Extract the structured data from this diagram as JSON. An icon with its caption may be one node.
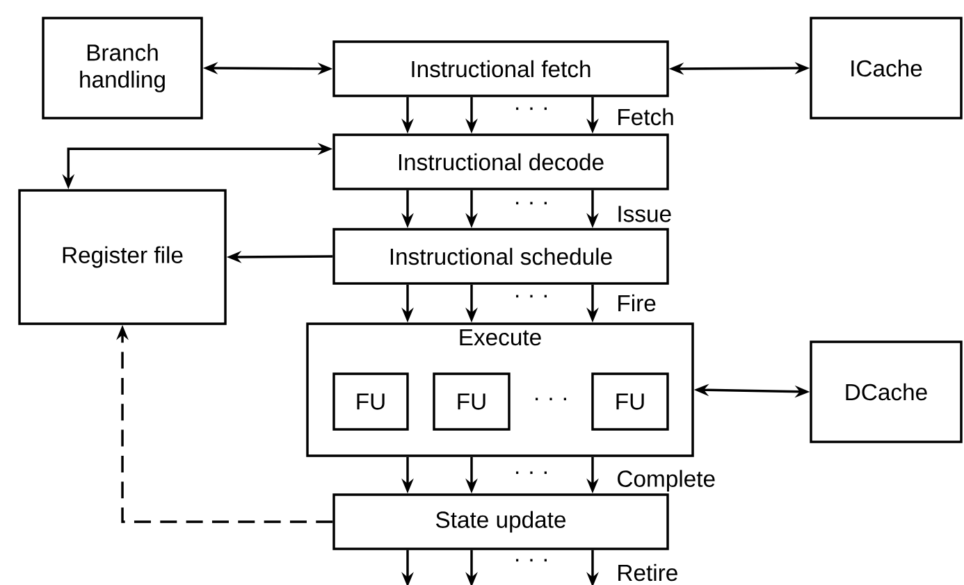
{
  "diagram": {
    "nodes": [
      {
        "text": [
          "Branch handling"
        ]
      },
      {
        "text": [
          "Instructional fetch"
        ]
      },
      {
        "text": [
          "ICache"
        ]
      },
      {
        "text": [
          "Instructional decode"
        ]
      },
      {
        "text": [
          "Register file"
        ]
      },
      {
        "text": [
          "Instructional schedule"
        ]
      },
      {
        "text": [
          "Execute"
        ]
      },
      {
        "text": [
          "FU"
        ],
        "in": 6
      },
      {
        "text": [
          "FU"
        ],
        "in": 6
      },
      {
        "text": [
          "FU"
        ],
        "in": 6
      },
      {
        "text": [
          "DCache"
        ]
      },
      {
        "text": [
          "State update"
        ]
      }
    ],
    "edges": [
      {
        "from": 0,
        "to": 1,
        "arrow": "both"
      },
      {
        "from": 1,
        "to": 2,
        "arrow": "both"
      },
      {
        "from": 1,
        "to": 3,
        "arrow": "to"
      },
      {
        "from": 1,
        "to": 3,
        "arrow": "to"
      },
      {
        "from": 1,
        "to": 3,
        "arrow": "to"
      },
      {
        "from": 3,
        "to": 4,
        "arrow": "both"
      },
      {
        "from": 3,
        "to": 5,
        "arrow": "to"
      },
      {
        "from": 3,
        "to": 5,
        "arrow": "to"
      },
      {
        "from": 3,
        "to": 5,
        "arrow": "to"
      },
      {
        "from": 5,
        "to": 4,
        "arrow": "to"
      },
      {
        "from": 5,
        "to": 6,
        "arrow": "to"
      },
      {
        "from": 5,
        "to": 6,
        "arrow": "to"
      },
      {
        "from": 5,
        "to": 6,
        "arrow": "to"
      },
      {
        "from": 6,
        "to": 10,
        "arrow": "both"
      },
      {
        "from": 6,
        "to": 11,
        "arrow": "to"
      },
      {
        "from": 6,
        "to": 11,
        "arrow": "to"
      },
      {
        "from": 6,
        "to": 11,
        "arrow": "to"
      },
      {
        "from": 11,
        "to": 4,
        "arrow": "to",
        "style": "dashed"
      },
      {
        "from": 11,
        "to": null,
        "arrow": "to"
      },
      {
        "from": 11,
        "to": null,
        "arrow": "to"
      },
      {
        "from": 11,
        "to": null,
        "arrow": "to"
      }
    ],
    "labels": [
      "· · ·",
      "Fetch",
      "· · ·",
      "Issue",
      "· · ·",
      "Fire",
      "· · ·",
      "· · ·",
      "Complete",
      "· · ·",
      "Retire"
    ]
  }
}
